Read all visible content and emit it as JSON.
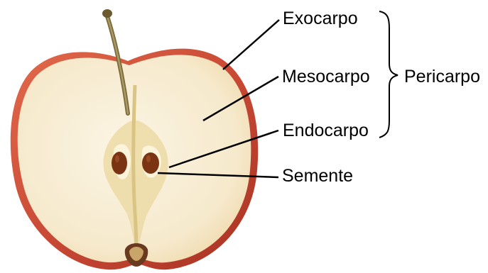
{
  "diagram": {
    "labels": {
      "exocarpo": "Exocarpo",
      "mesocarpo": "Mesocarpo",
      "endocarpo": "Endocarpo",
      "semente": "Semente",
      "pericarpo": "Pericarpo"
    },
    "colors": {
      "skin": "#c94a35",
      "flesh": "#f7ecd2",
      "core": "#ead79e",
      "seed": "#7a3414",
      "stem": "#8a7a4a",
      "line": "#000000"
    }
  }
}
